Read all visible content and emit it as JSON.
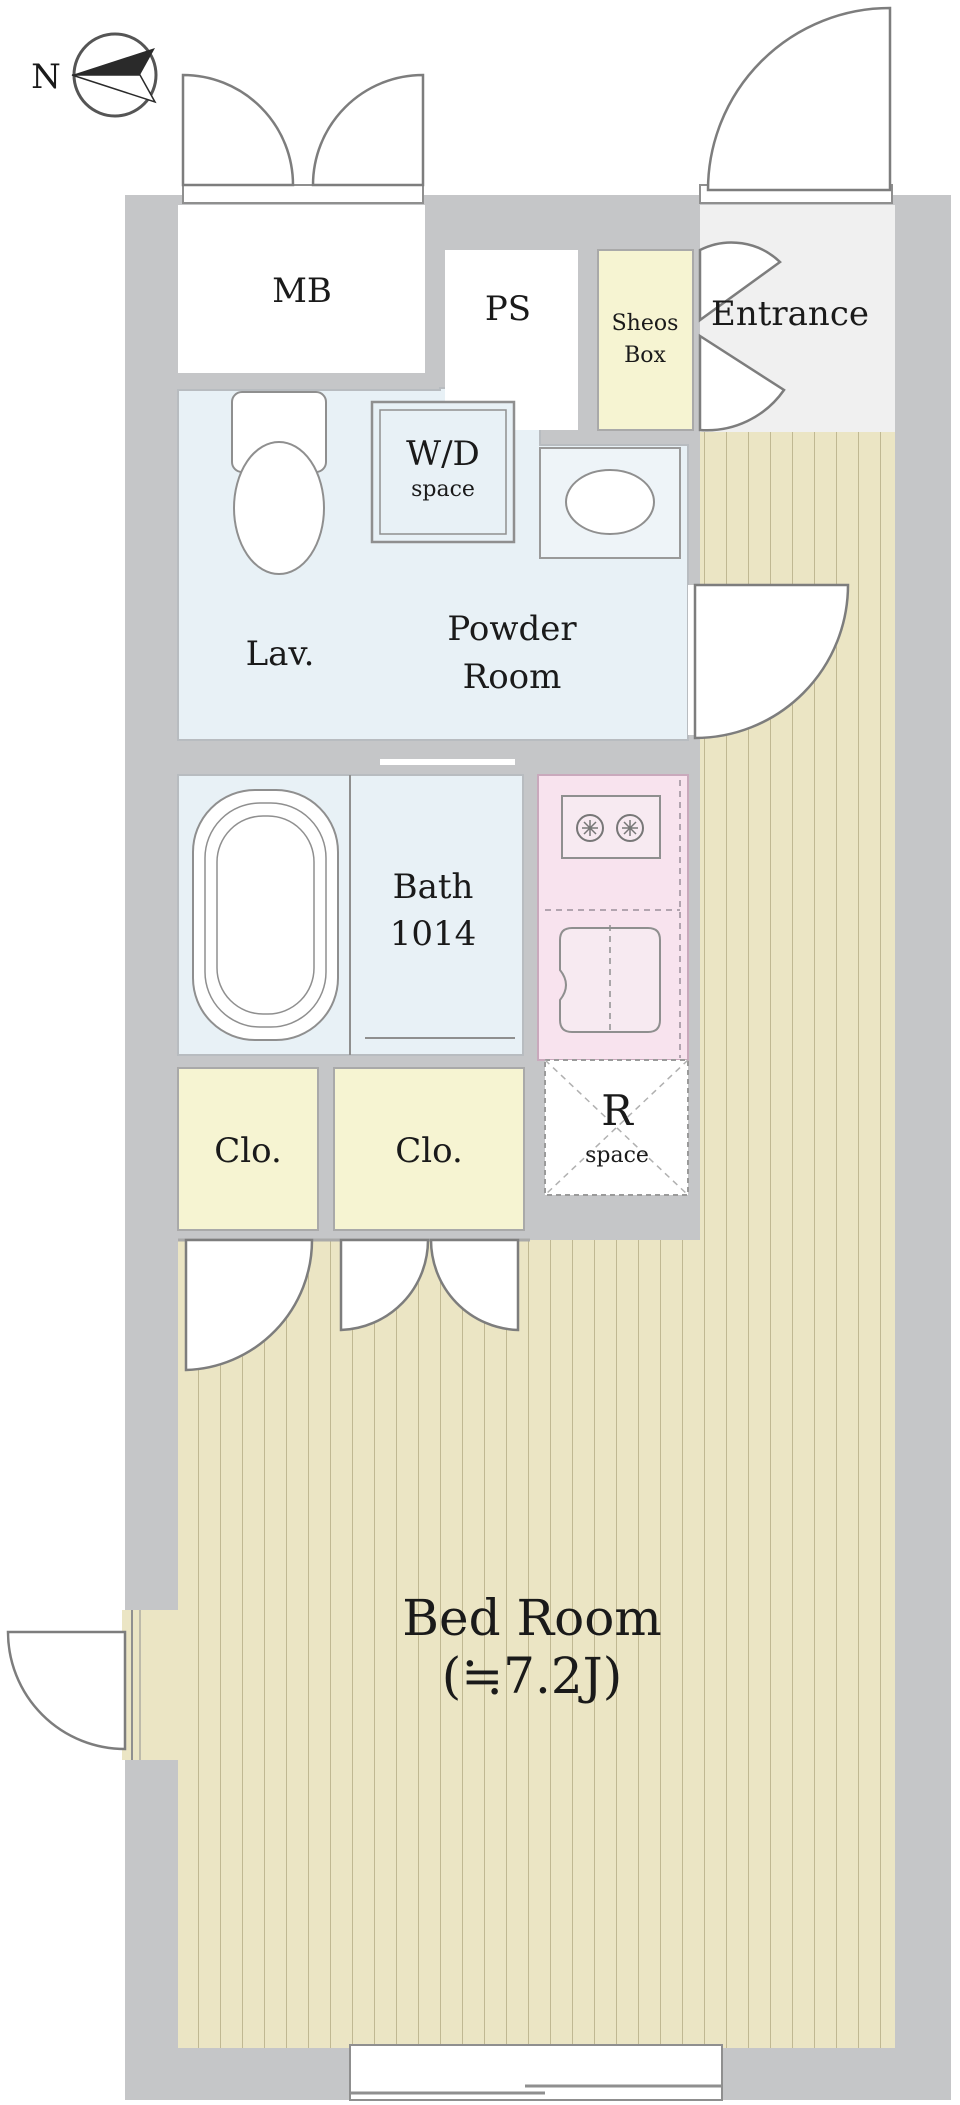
{
  "compass": {
    "label": "N",
    "icon": "north-arrow-icon"
  },
  "rooms": {
    "mb": "MB",
    "ps": "PS",
    "shoes_box": {
      "line1": "Sheos",
      "line2": "Box"
    },
    "entrance": "Entrance",
    "wd_space": {
      "line1": "W/D",
      "line2": "space"
    },
    "lav": "Lav.",
    "powder_room": {
      "line1": "Powder",
      "line2": "Room"
    },
    "bath": {
      "line1": "Bath",
      "line2": "1014"
    },
    "closet_left": "Clo.",
    "closet_right": "Clo.",
    "r_space": {
      "line1": "R",
      "line2": "space"
    },
    "bed_room": {
      "line1": "Bed Room",
      "line2": "(≒7.2J)"
    }
  },
  "colors": {
    "wall": "#c5c6c8",
    "wet_area": "#e8f1f6",
    "floor": "#ebe5c4",
    "floor_stripe": "#a99f78",
    "closet": "#f6f4d2",
    "kitchen": "#f8e3ee",
    "entrance": "#f0f0f0"
  }
}
